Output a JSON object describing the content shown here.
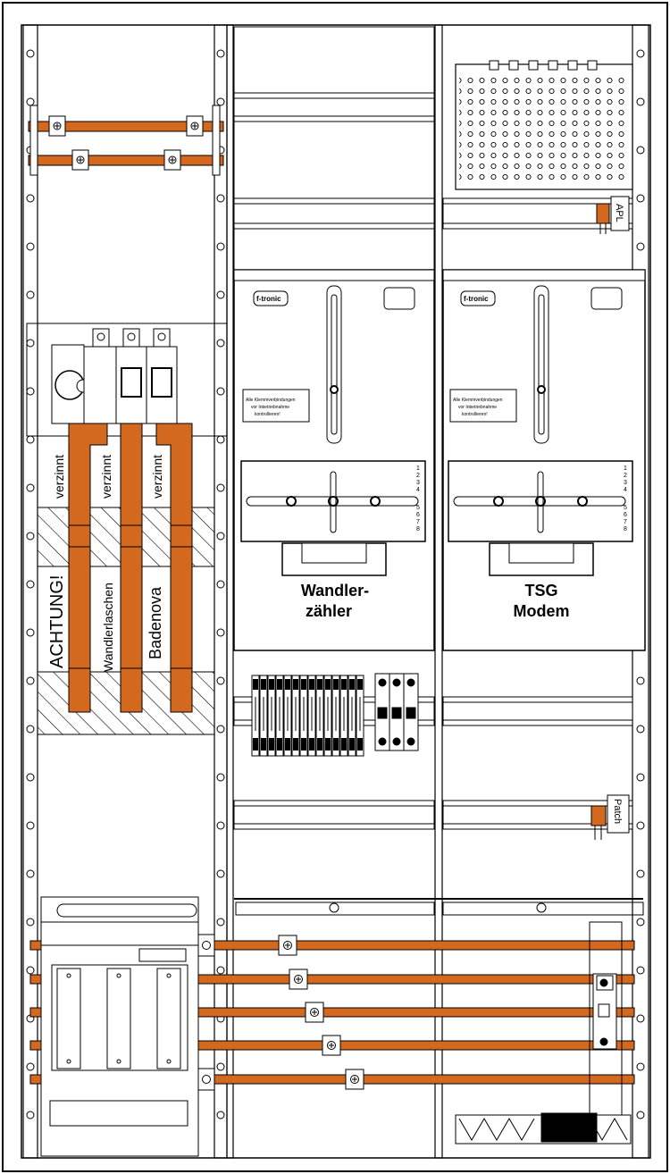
{
  "labels": {
    "verzinnt": "verzinnt",
    "achtung": "ACHTUNG!",
    "wandlerlaschen": "Wandlerlaschen",
    "badenova": "Badenova",
    "wandler_line1": "Wandler-",
    "wandler_line2": "zähler",
    "tsg_line1": "TSG",
    "tsg_line2": "Modem",
    "brand": "f-tronic",
    "notice_line1": "Alle Klemmverbindungen",
    "notice_line2": "vor Inbetriebnahme",
    "notice_line3": "kontrollieren!",
    "apl": "APL",
    "patch": "Patch",
    "terminal_marks": [
      "1",
      "2",
      "3",
      "4",
      "5",
      "6",
      "7",
      "8"
    ]
  },
  "colors": {
    "copper": "#d2691e",
    "stroke": "#000000",
    "panel": "#ffffff",
    "hatch": "#000000"
  }
}
